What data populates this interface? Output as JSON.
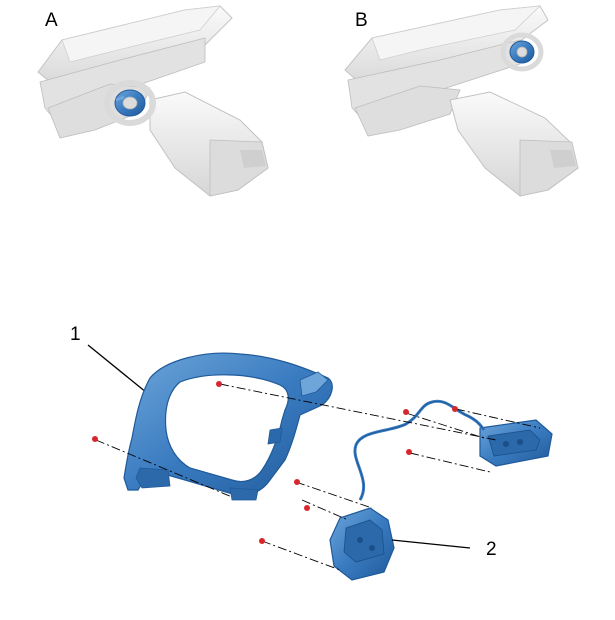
{
  "view_labels": {
    "a": "A",
    "b": "B"
  },
  "callouts": {
    "item_1": "1",
    "item_2": "2"
  },
  "colors": {
    "part_blue": "#3a7bc0",
    "part_blue_dark": "#1f5a9a",
    "part_blue_light": "#6ea6da",
    "dash_body_light": "#f0f0f0",
    "dash_body_shade": "#cfcfcf",
    "screw_red": "#d8262d",
    "line": "#000000"
  }
}
